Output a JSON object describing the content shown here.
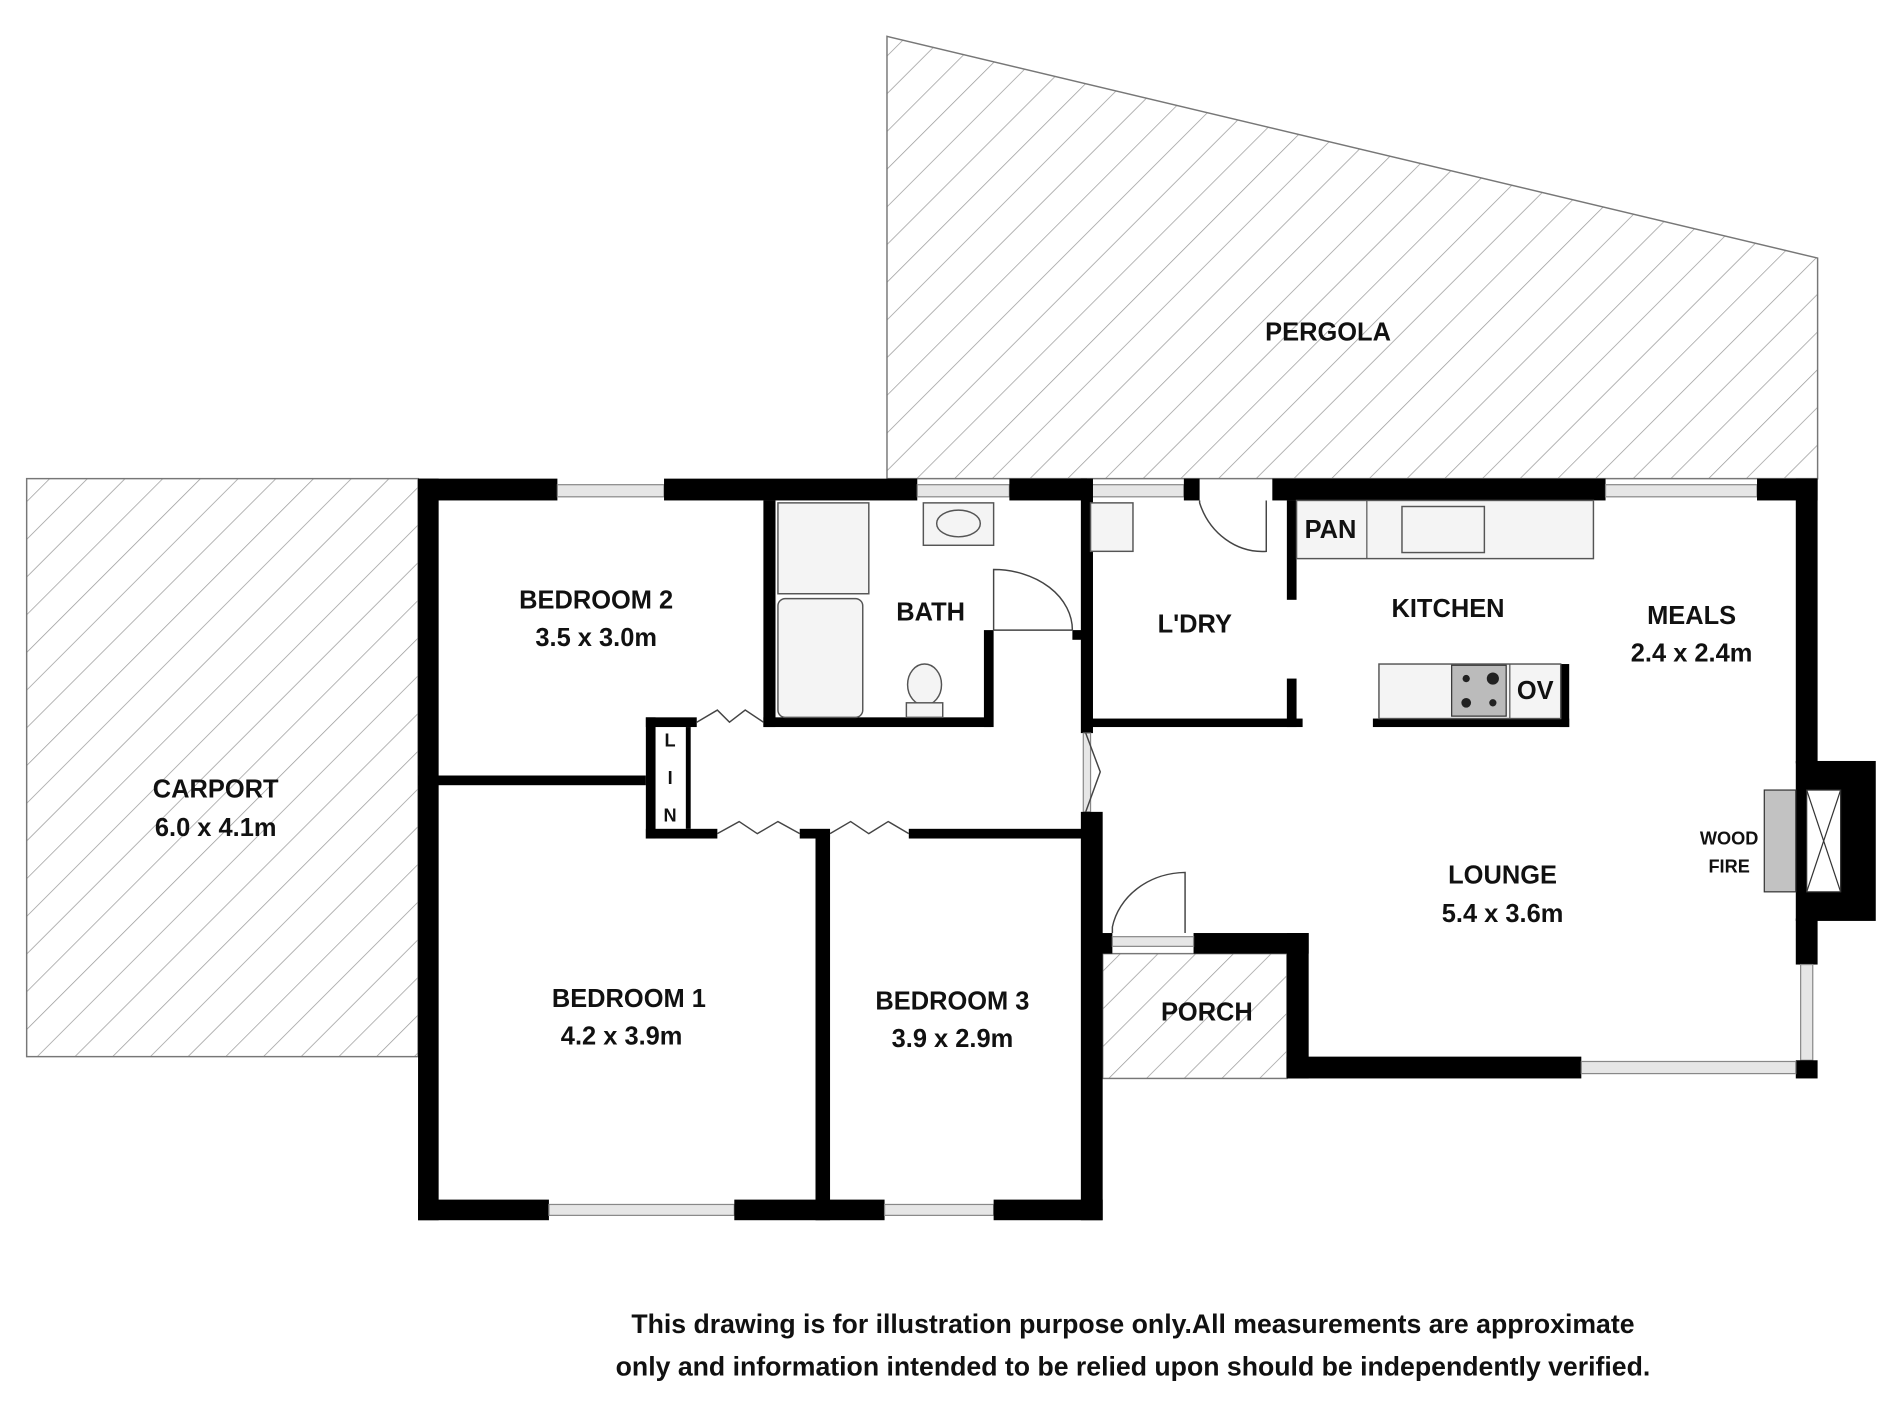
{
  "rooms": {
    "pergola": {
      "name": "PERGOLA"
    },
    "carport": {
      "name": "CARPORT",
      "size": "6.0 x 4.1m"
    },
    "bedroom2": {
      "name": "BEDROOM 2",
      "size": "3.5 x 3.0m"
    },
    "bath": {
      "name": "BATH"
    },
    "laundry": {
      "name": "L'DRY"
    },
    "pantry": {
      "name": "PAN"
    },
    "kitchen": {
      "name": "KITCHEN"
    },
    "oven": {
      "name": "OV"
    },
    "meals": {
      "name": "MEALS",
      "size": "2.4 x 2.4m"
    },
    "linen": {
      "letters": [
        "L",
        "I",
        "N"
      ]
    },
    "wood_fire": {
      "line1": "WOOD",
      "line2": "FIRE"
    },
    "lounge": {
      "name": "LOUNGE",
      "size": "5.4 x 3.6m"
    },
    "bedroom1": {
      "name": "BEDROOM 1",
      "size": "4.2 x 3.9m"
    },
    "bedroom3": {
      "name": "BEDROOM 3",
      "size": "3.9 x 2.9m"
    },
    "porch": {
      "name": "PORCH"
    }
  },
  "disclaimer": {
    "line1": "This drawing is for illustration purpose only.All measurements are approximate",
    "line2": "only and information intended to be relied upon should be independently verified."
  },
  "colors": {
    "wall": "#000000",
    "hatch": "#9a9a9a",
    "window": "#e6e6e6"
  }
}
